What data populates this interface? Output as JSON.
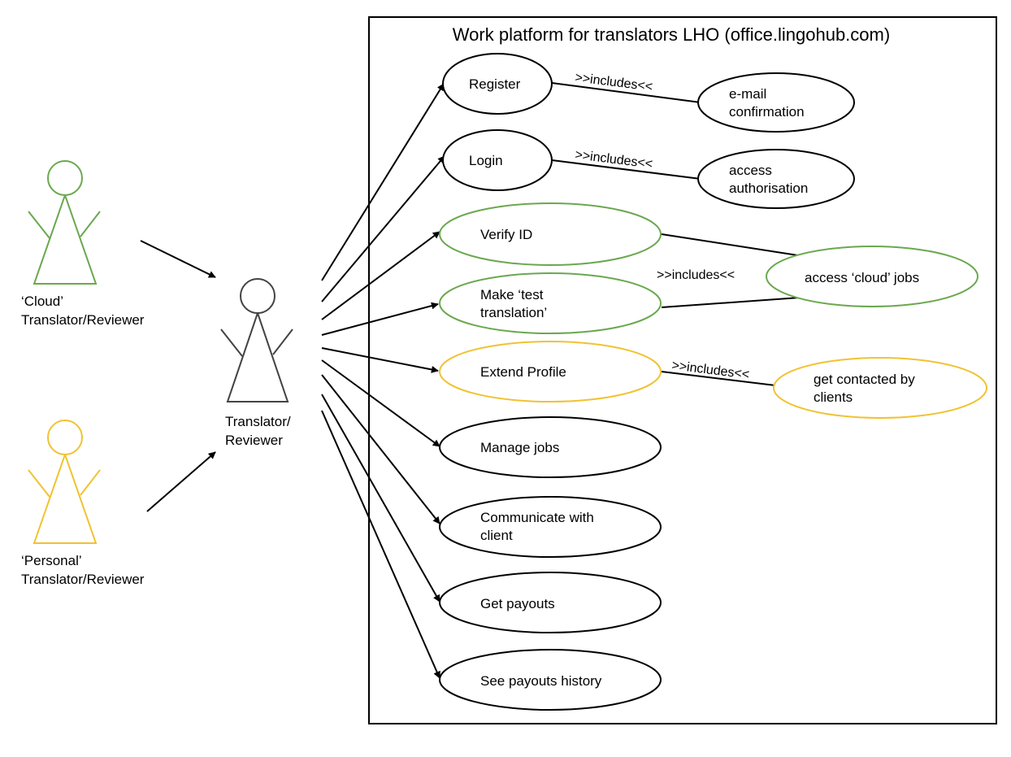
{
  "system": {
    "title": "Work platform for translators LHO (office.lingohub.com)"
  },
  "colors": {
    "default": "#000000",
    "cloud": "#6aa84f",
    "personal": "#f1c232",
    "main_actor": "#434343"
  },
  "actors": {
    "cloud": {
      "line1": "‘Cloud’",
      "line2": "Translator/Reviewer"
    },
    "personal": {
      "line1": "‘Personal’",
      "line2": "Translator/Reviewer"
    },
    "main": {
      "line1": "Translator/",
      "line2": "Reviewer"
    }
  },
  "use_cases": {
    "register": {
      "line1": "Register"
    },
    "login": {
      "line1": "Login"
    },
    "verify_id": {
      "line1": "Verify ID"
    },
    "test_translation": {
      "line1": "Make ‘test",
      "line2": "translation’"
    },
    "extend_profile": {
      "line1": "Extend Profile"
    },
    "manage_jobs": {
      "line1": "Manage jobs"
    },
    "communicate": {
      "line1": "Communicate with",
      "line2": "client"
    },
    "get_payouts": {
      "line1": "Get payouts"
    },
    "payouts_history": {
      "line1": "See payouts history"
    },
    "email_confirmation": {
      "line1": "e-mail",
      "line2": "confirmation"
    },
    "access_authorisation": {
      "line1": "access",
      "line2": "authorisation"
    },
    "cloud_jobs": {
      "line1": "access ‘cloud’ jobs"
    },
    "contacted_by_clients": {
      "line1": "get contacted by",
      "line2": "clients"
    }
  },
  "relations": {
    "register_includes": ">>includes<<",
    "login_includes": ">>includes<<",
    "cloud_includes": ">>includes<<",
    "profile_includes": ">>includes<<"
  }
}
